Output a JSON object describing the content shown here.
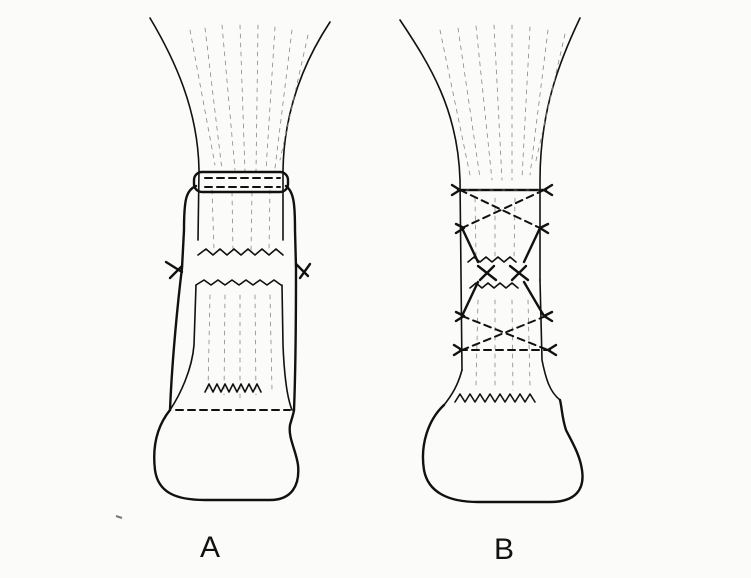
{
  "panels": [
    {
      "id": "A",
      "label": "A"
    },
    {
      "id": "B",
      "label": "B"
    }
  ],
  "colors": {
    "ink": "#111111",
    "hatch": "#777777",
    "paper": "#fbfbfa"
  }
}
